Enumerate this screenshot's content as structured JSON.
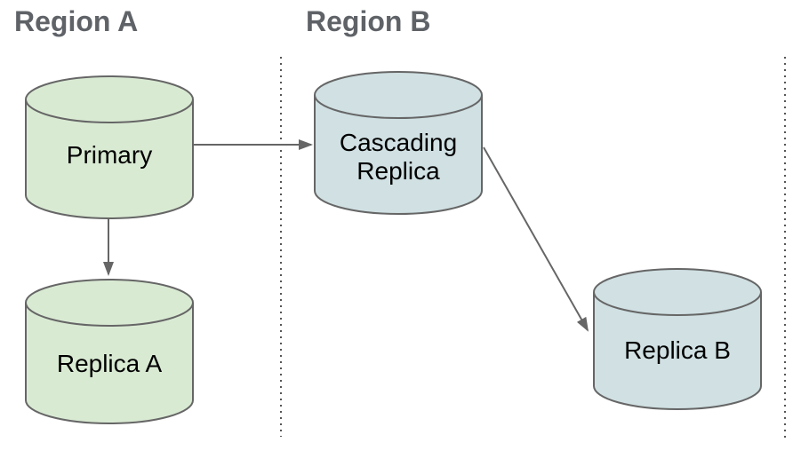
{
  "regions": [
    {
      "label": "Region A"
    },
    {
      "label": "Region B"
    }
  ],
  "nodes": [
    {
      "id": "primary",
      "label": "Primary",
      "fill": "#d9ead3"
    },
    {
      "id": "replica-a",
      "label": "Replica A",
      "fill": "#d9ead3"
    },
    {
      "id": "cascading-replica",
      "label": "Cascading Replica",
      "fill": "#d0e0e3"
    },
    {
      "id": "replica-b",
      "label": "Replica B",
      "fill": "#d0e0e3"
    }
  ],
  "edges": [
    {
      "from": "primary",
      "to": "cascading-replica"
    },
    {
      "from": "primary",
      "to": "replica-a"
    },
    {
      "from": "cascading-replica",
      "to": "replica-b"
    }
  ],
  "colors": {
    "green_fill": "#d9ead3",
    "blue_fill": "#d0e0e3",
    "outline": "#666666",
    "arrow": "#666666",
    "separator_dots": "#555555",
    "heading_text": "#5f6368",
    "label_text": "#000000",
    "background": "#ffffff"
  }
}
